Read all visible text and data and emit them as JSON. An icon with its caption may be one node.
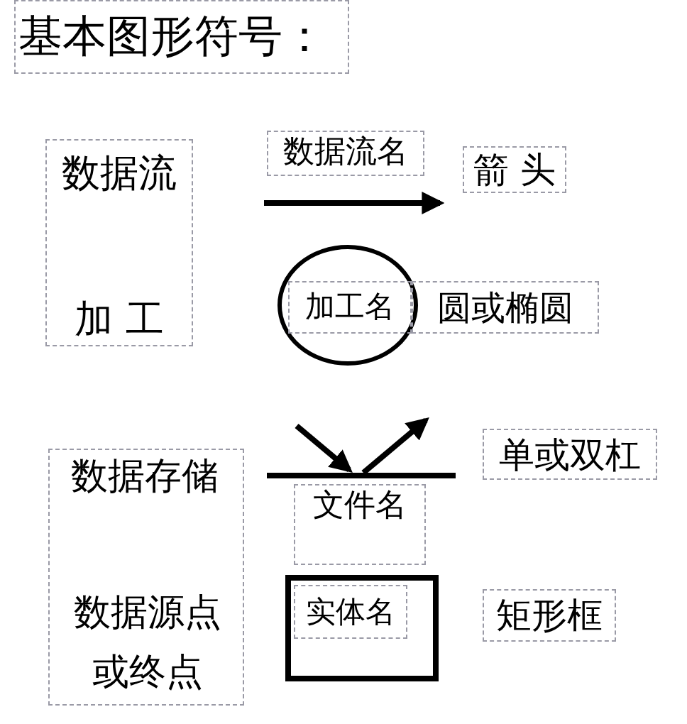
{
  "diagram": {
    "title": "基本图形符号：",
    "nodes": [
      {
        "text": [
          "加工名"
        ]
      },
      {
        "text": [
          "实体名"
        ]
      }
    ],
    "labels": [
      "数据流",
      "数据流名",
      "箭 头",
      "加 工",
      "圆或椭圆",
      "数据存储",
      "单或双杠",
      "文件名",
      "数据源点",
      "矩形框",
      "或终点"
    ]
  }
}
